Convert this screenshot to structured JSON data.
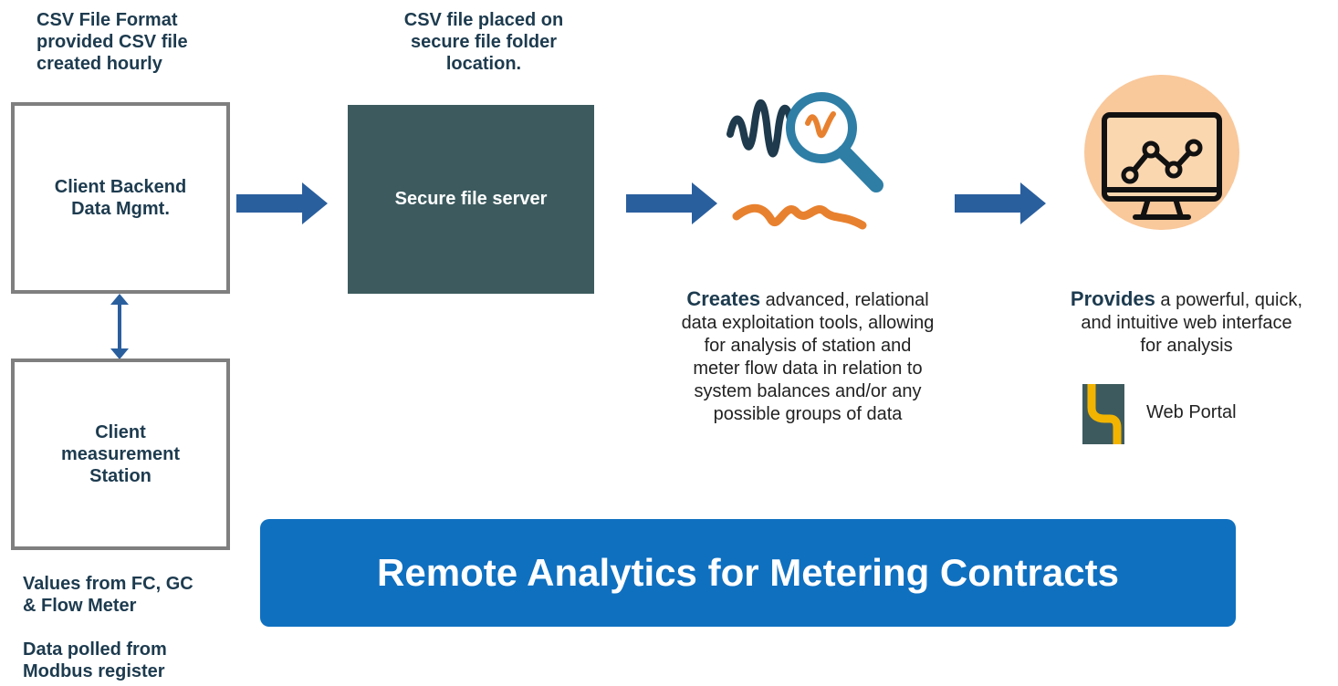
{
  "labels": {
    "csv_format": [
      "CSV File Format",
      "provided CSV file",
      "created hourly"
    ],
    "csv_placed": [
      "CSV file placed on",
      "secure file folder",
      "location."
    ],
    "values_from": [
      "Values from FC, GC",
      "& Flow Meter"
    ],
    "data_polled": [
      "Data polled from",
      "Modbus register"
    ]
  },
  "boxes": {
    "backend": [
      "Client Backend",
      "Data Mgmt."
    ],
    "station": [
      "Client",
      "measurement",
      "Station"
    ],
    "server": "Secure file server"
  },
  "analytics": {
    "lead": "Creates",
    "lines": [
      " advanced, relational",
      "data exploitation tools, allowing",
      "for analysis of station and",
      "meter flow data in relation to",
      "system balances and/or any",
      "possible groups of data"
    ]
  },
  "portal": {
    "lead": "Provides",
    "lines": [
      " a powerful, quick,",
      "and intuitive web interface",
      "for analysis"
    ],
    "web_portal_label": "Web Portal"
  },
  "banner": {
    "title": "Remote Analytics for Metering Contracts"
  },
  "colors": {
    "arrow": "#2a5f9e",
    "server": "#3d5b5f",
    "banner": "#0f70c0",
    "box_border": "#7f7f7f",
    "monitor_circle": "#f9c89b",
    "monitor_screen": "#fbd7b0",
    "wave_orange": "#e8812f",
    "wave_navy": "#1e3a4c",
    "magnifier_teal": "#2e7ea6"
  }
}
